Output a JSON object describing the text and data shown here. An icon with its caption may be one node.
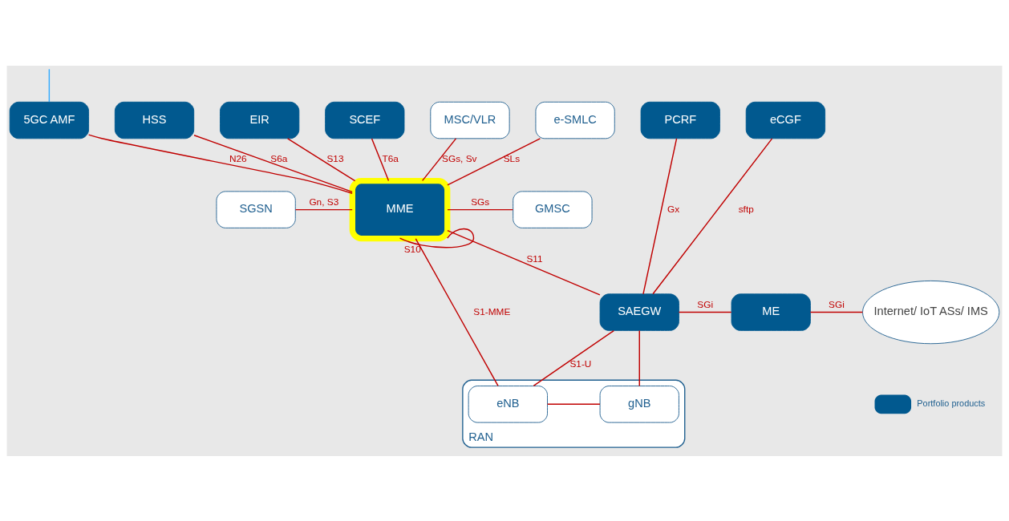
{
  "diagram": {
    "nodes": [
      {
        "text": [
          "5GC AMF"
        ]
      },
      {
        "text": [
          "HSS"
        ]
      },
      {
        "text": [
          "EIR"
        ]
      },
      {
        "text": [
          "SCEF"
        ]
      },
      {
        "text": [
          "PCRF"
        ]
      },
      {
        "text": [
          "eCGF"
        ]
      },
      {
        "text": [
          "SGSN"
        ]
      },
      {
        "text": [
          "MME"
        ]
      },
      {
        "text": [
          "MSC/VLR"
        ]
      },
      {
        "text": [
          "GMSC"
        ]
      },
      {
        "text": [
          "e-SMLC"
        ]
      },
      {
        "text": [
          "SAEGW"
        ]
      },
      {
        "text": [
          "ME"
        ]
      },
      {
        "text": [
          "Internet/ IoT ASs/ IMS"
        ]
      },
      {
        "text": [
          "RAN"
        ]
      },
      {
        "text": [
          "eNB"
        ],
        "in": 14
      },
      {
        "text": [
          "gNB"
        ],
        "in": 14
      }
    ],
    "edges": [
      {
        "from": 0,
        "to": null,
        "arrow": "none",
        "color": "#33aaff"
      },
      {
        "from": 0,
        "to": 7,
        "arrow": "none",
        "label": "N26"
      },
      {
        "from": 6,
        "to": 7,
        "arrow": "none",
        "label": "Gn, S3"
      },
      {
        "from": 8,
        "to": 7,
        "arrow": "none",
        "label": "SGs, Sv"
      },
      {
        "from": 10,
        "to": 7,
        "arrow": "none",
        "label": "SLs"
      },
      {
        "from": 1,
        "to": 7,
        "arrow": "none",
        "label": "S6a"
      },
      {
        "from": 2,
        "to": 7,
        "arrow": "none",
        "label": "S13"
      },
      {
        "from": 3,
        "to": 7,
        "arrow": "none",
        "label": "T6a"
      },
      {
        "from": 7,
        "to": 9,
        "arrow": "none",
        "label": "SGs"
      },
      {
        "from": 7,
        "to": 7,
        "arrow": "none",
        "label": "S10"
      },
      {
        "from": 7,
        "to": 11,
        "arrow": "none",
        "label": "S11"
      },
      {
        "from": 4,
        "to": 11,
        "arrow": "none",
        "label": "Gx"
      },
      {
        "from": 5,
        "to": 11,
        "arrow": "none",
        "label": "sftp"
      },
      {
        "from": 11,
        "to": 12,
        "arrow": "none",
        "label": "SGi"
      },
      {
        "from": 12,
        "to": 13,
        "arrow": "none",
        "label": "SGi"
      },
      {
        "from": 7,
        "to": 15,
        "arrow": "none",
        "label": "S1-MME"
      },
      {
        "from": 11,
        "to": 15,
        "arrow": "none",
        "label": "S1-U"
      },
      {
        "from": 11,
        "to": 16,
        "arrow": "none"
      },
      {
        "from": 15,
        "to": 16,
        "arrow": "none"
      }
    ],
    "legend": [
      {
        "text": "Portfolio products",
        "color": "#01598f"
      }
    ]
  }
}
